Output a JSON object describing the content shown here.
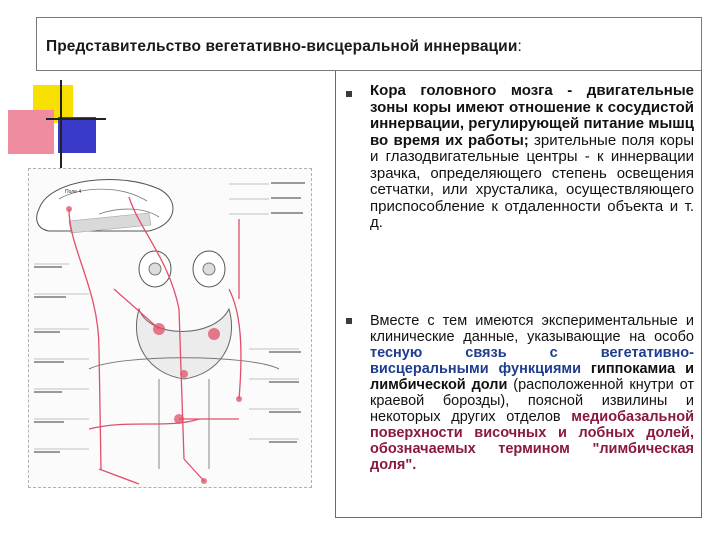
{
  "slide": {
    "title": "Представительство вегетативно-висцеральной иннервации",
    "title_colon": ":"
  },
  "bullet1": {
    "s1": "Кора головного мозга - двигательные зоны коры имеют отношение к сосудистой иннервации, регулирующей питание мышц во время их работы;",
    "s2": " зрительные поля коры и глазодвигательные центры - к иннервации зрачка, определяющего степень освещения сетчатки, или хрусталика, осуществляющего приспособление к отдаленности объекта и т. д."
  },
  "bullet2": {
    "s1": "Вместе с тем имеются экспериментальные и клинические данные, указывающие на особо ",
    "s2": "тесную связь с вегетативно-висцеральными функциями ",
    "s3": "гиппокамиа и лимбической доли",
    "s4": " (расположенной кнутри от краевой борозды), поясной извилины и некоторых других отделов ",
    "s5": "медиобазальной поверхности височных и лобных долей, обозначаемых термином \"лимбическая доля\"."
  },
  "diagram": {
    "label_pole": "Поле 4"
  },
  "colors": {
    "nerve": "#e0506a",
    "yellow": "#f7e000",
    "pink": "#f08ca0",
    "blue": "#3a3ac8"
  }
}
